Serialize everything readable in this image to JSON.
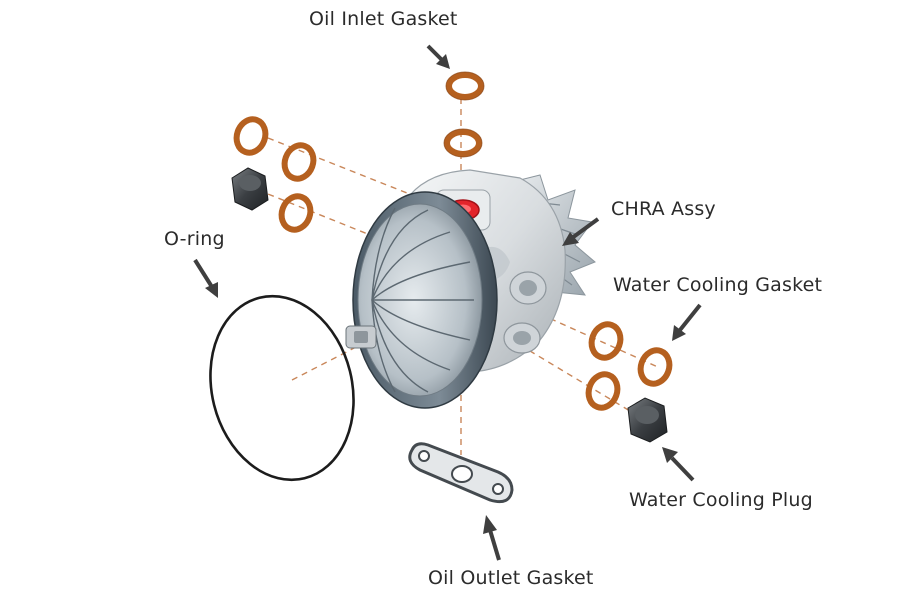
{
  "labels": {
    "oil_inlet_gasket": "Oil Inlet Gasket",
    "chra_assy": "CHRA Assy",
    "o_ring": "O-ring",
    "water_cooling_gasket": "Water Cooling Gasket",
    "water_cooling_plug": "Water Cooling Plug",
    "oil_outlet_gasket": "Oil Outlet Gasket"
  },
  "colors": {
    "gasket": "#b5601f",
    "gasket_dark": "#8a4514",
    "leader_line": "#c9875a",
    "arrow": "#3f3f3f",
    "housing": "#dfe3e6",
    "oil_port": "#e3242b",
    "plug": "#3d4043",
    "o_ring": "#1c1c1c",
    "text": "#2b2b2b"
  },
  "icons": {
    "arrow": "thick-callout-arrow",
    "gasket": "copper-ring",
    "plug": "hex-plug"
  }
}
